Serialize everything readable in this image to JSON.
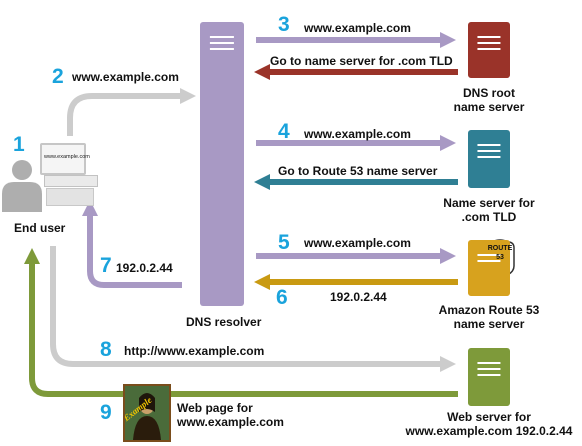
{
  "actors": {
    "end_user": "End user",
    "resolver": "DNS resolver",
    "root_server": "DNS root\nname server",
    "tld_server": "Name server for\n.com TLD",
    "route53_server": "Amazon Route 53\nname server",
    "route53_badge": "ROUTE\n53",
    "web_server": "Web server for\nwww.example.com 192.0.2.44",
    "web_page": "Web page for\nwww.example.com",
    "screen_text": "www.example.com",
    "painting_text": "Example"
  },
  "steps": [
    {
      "number": "1",
      "label": ""
    },
    {
      "number": "2",
      "label": "www.example.com"
    },
    {
      "number": "3",
      "label": "www.example.com"
    },
    {
      "number": "",
      "label": "Go to name server for .com TLD"
    },
    {
      "number": "4",
      "label": "www.example.com"
    },
    {
      "number": "",
      "label": "Go to Route 53 name server"
    },
    {
      "number": "5",
      "label": "www.example.com"
    },
    {
      "number": "6",
      "label": "192.0.2.44"
    },
    {
      "number": "7",
      "label": "192.0.2.44"
    },
    {
      "number": "8",
      "label": "http://www.example.com"
    },
    {
      "number": "9",
      "label": ""
    }
  ],
  "colors": {
    "step_number": "#1aa3dc",
    "resolver": "#a899c4",
    "root": "#9a3329",
    "tld": "#2f7f94",
    "route53": "#d7a21e",
    "web": "#7e9a3a",
    "gray_arrow": "#cccccc",
    "user": "#aeaeae"
  }
}
